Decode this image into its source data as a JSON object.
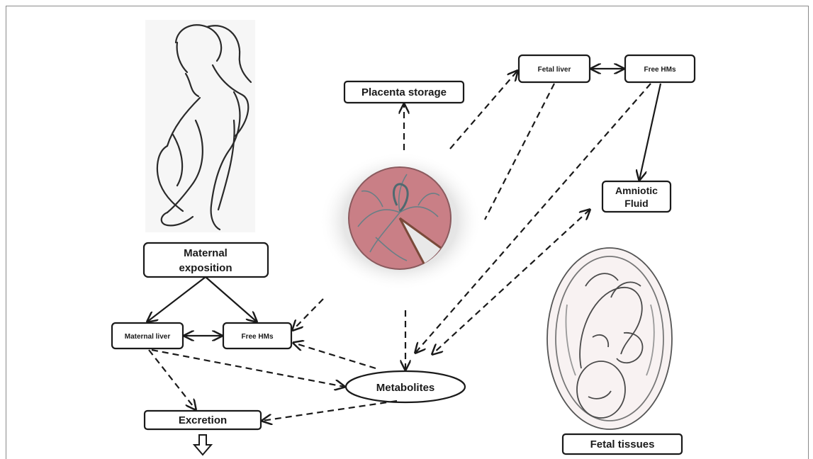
{
  "nodes": {
    "maternal_exposition": [
      "Maternal",
      "exposition"
    ],
    "maternal_liver": "Maternal liver",
    "free_hms_maternal": "Free HMs",
    "metabolites": "Metabolites",
    "excretion": "Excretion",
    "placenta_storage": "Placenta storage",
    "fetal_liver": "Fetal liver",
    "free_hms_fetal": "Free HMs",
    "amniotic_fluid": [
      "Amniotic",
      "Fluid"
    ],
    "fetal_tissues": "Fetal tissues"
  },
  "illustrations": [
    "pregnant-woman-outline",
    "placenta-image",
    "fetus-in-womb-sketch"
  ],
  "colors": {
    "stroke": "#1a1a1a",
    "placenta": "#c97f86",
    "background": "#ffffff"
  }
}
